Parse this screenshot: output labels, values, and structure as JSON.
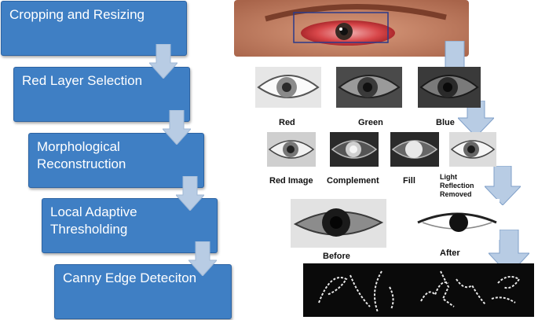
{
  "steps": [
    {
      "label": "Cropping and Resizing"
    },
    {
      "label": "Red Layer Selection"
    },
    {
      "label": "Morphological Reconstruction"
    },
    {
      "label": "Local Adaptive Thresholding"
    },
    {
      "label": "Canny Edge Deteciton"
    }
  ],
  "images": {
    "channels": [
      "Red",
      "Green",
      "Blue"
    ],
    "stages": [
      "Red Image",
      "Complement",
      "Fill",
      "Light Reflection Removed"
    ],
    "compare": [
      "Before",
      "After"
    ]
  },
  "colors": {
    "step_fill": "#3f7fc4",
    "arrow_fill": "#b8cce4",
    "edge_bg": "#0a0a0a",
    "edge_color": "#e8e8e8"
  }
}
